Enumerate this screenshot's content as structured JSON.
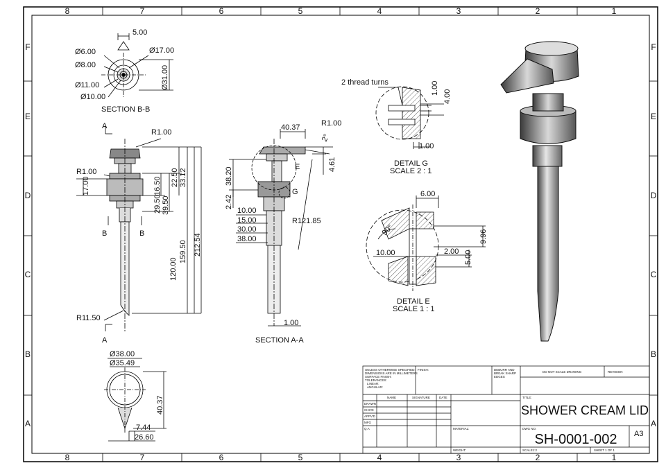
{
  "zones": {
    "columns": [
      "8",
      "7",
      "6",
      "5",
      "4",
      "3",
      "2",
      "1"
    ],
    "rows": [
      "F",
      "E",
      "D",
      "C",
      "B",
      "A"
    ]
  },
  "views": {
    "section_bb": {
      "caption": "SECTION B-B",
      "dims": [
        "5.00",
        "Ø6.00",
        "Ø17.00",
        "Ø8.00",
        "Ø31.00",
        "Ø11.00",
        "Ø10.00"
      ]
    },
    "front": {
      "dims": [
        "R1.00",
        "R1.00",
        "17.00",
        "16.50",
        "22.50",
        "33.12",
        "29.50",
        "39.50",
        "159.50",
        "212.54",
        "120.00",
        "R11.50"
      ],
      "section_marks": [
        "A",
        "A",
        "B",
        "B"
      ]
    },
    "section_aa": {
      "caption": "SECTION A-A",
      "dims": [
        "40.37",
        "R1.00",
        "2°",
        "4.61",
        "38.20",
        "2.42",
        "10.00",
        "15.00",
        "30.00",
        "38.00",
        "R121.85",
        "1.00"
      ],
      "detail_labels": [
        "E",
        "G"
      ]
    },
    "detail_g": {
      "caption": "DETAIL G",
      "scale": "SCALE 2 : 1",
      "dims": [
        "2 thread turns",
        "1.00",
        "4.00",
        "1.00"
      ]
    },
    "detail_e": {
      "caption": "DETAIL E",
      "scale": "SCALE 1 : 1",
      "dims": [
        "6.00",
        "9.96",
        "90°",
        "10.00",
        "2.00",
        "5.00"
      ]
    },
    "bottom": {
      "dims": [
        "Ø38.00",
        "Ø35.49",
        "40.37",
        "7.44",
        "26.60"
      ]
    }
  },
  "title_block": {
    "tolerance_note": [
      "UNLESS OTHERWISE SPECIFIED:",
      "DIMENSIONS ARE IN MILLIMETERS",
      "SURFACE FINISH:",
      "TOLERANCES:",
      "LINEAR:",
      "ANGULAR:"
    ],
    "finish": "FINISH:",
    "deburr": [
      "DEBURR AND",
      "BREAK SHARP",
      "EDGES"
    ],
    "do_not_scale": "DO NOT SCALE DRAWING",
    "revision": "REVISION",
    "headers": [
      "NAME",
      "SIGNATURE",
      "DATE"
    ],
    "roles": [
      "DRAWN",
      "CHK'D",
      "APPV'D",
      "MFG",
      "Q.A"
    ],
    "title_label": "TITLE:",
    "title": "SHOWER CREAM LID",
    "material": "MATERIAL:",
    "dwg_label": "DWG NO.",
    "dwg_no": "SH-0001-002",
    "size": "A3",
    "weight": "WEIGHT:",
    "scale": "SCALE1:2",
    "sheet": "SHEET 1 OF 1"
  }
}
